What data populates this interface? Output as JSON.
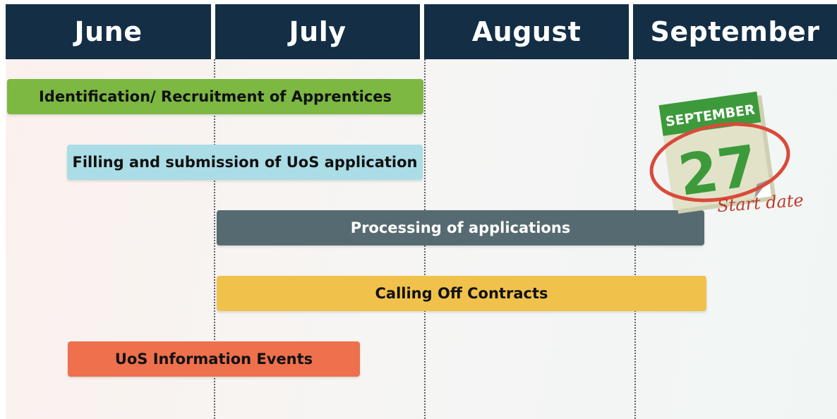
{
  "months": [
    "June",
    "July",
    "August",
    "September"
  ],
  "tasks": [
    {
      "label": "Identification/ Recruitment of Apprentices",
      "start": "June",
      "end": "July (end)",
      "color": "#7cb842"
    },
    {
      "label": "Filling and submission of UoS application",
      "start": "June (mid)",
      "end": "July (end)",
      "color": "#abdde6"
    },
    {
      "label": "Processing of applications",
      "start": "July",
      "end": "September (early)",
      "color": "#566b71"
    },
    {
      "label": "Calling Off Contracts",
      "start": "July",
      "end": "September (early)",
      "color": "#f1c24b"
    },
    {
      "label": "UoS Information Events",
      "start": "June (mid)",
      "end": "July (mid)",
      "color": "#ee704d"
    }
  ],
  "calendar": {
    "month": "SEPTEMBER",
    "day": "27",
    "caption": "Start date"
  },
  "colors": {
    "header": "#132e45",
    "calendar_green": "#3c9a3a",
    "calendar_paper": "#e2e2c9",
    "circle_red": "#d94a3a"
  }
}
